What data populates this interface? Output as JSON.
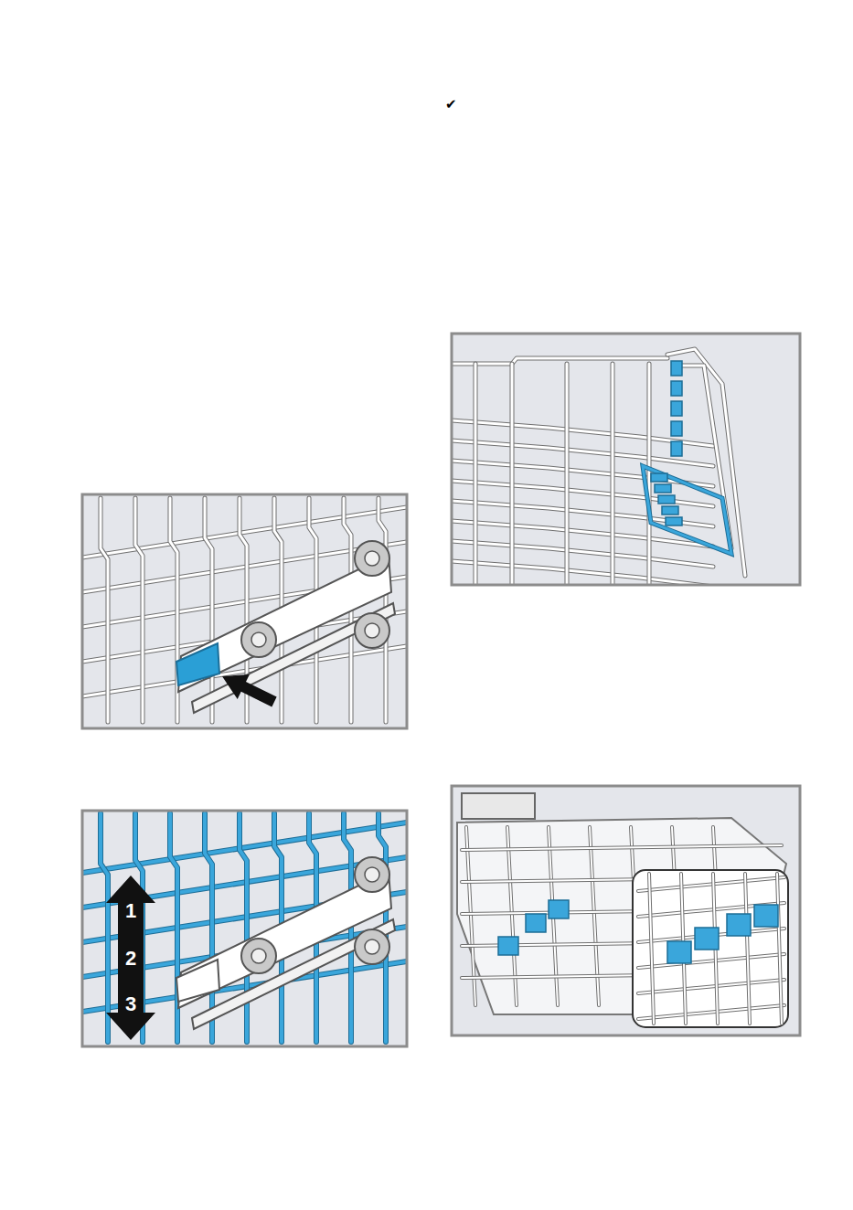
{
  "diagram": {
    "labels": [
      "✔",
      "1",
      "2",
      "3"
    ]
  }
}
